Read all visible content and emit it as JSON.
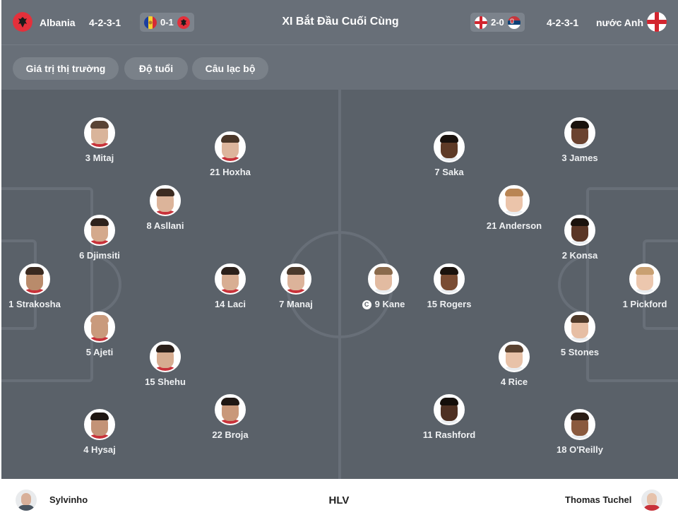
{
  "header": {
    "title": "XI Bắt Đầu Cuối Cùng",
    "home": {
      "name": "Albania",
      "formation": "4-2-3-1",
      "flag_icon": "albania-flag-icon",
      "last_result": "0-1"
    },
    "away": {
      "name": "nước Anh",
      "formation": "4-2-3-1",
      "flag_icon": "england-flag-icon",
      "last_result": "2-0"
    }
  },
  "filters": [
    "Giá trị thị trường",
    "Độ tuổi",
    "Câu lạc bộ"
  ],
  "home_players": [
    {
      "label": "1 Strakosha",
      "skin": "#b98b6b",
      "hair": "#3a2a20",
      "shirt": "#c8323a"
    },
    {
      "label": "3 Mitaj",
      "skin": "#d9b49a",
      "hair": "#5a4435",
      "shirt": "#c8323a"
    },
    {
      "label": "6 Djimsiti",
      "skin": "#d4a98c",
      "hair": "#2e221c",
      "shirt": "#c8323a"
    },
    {
      "label": "5 Ajeti",
      "skin": "#c99a7c",
      "hair": "#c99a7c",
      "shirt": "#c8323a"
    },
    {
      "label": "4 Hysaj",
      "skin": "#c39377",
      "hair": "#1e1612",
      "shirt": "#c8323a"
    },
    {
      "label": "8 Asllani",
      "skin": "#dcb49a",
      "hair": "#3d2c22",
      "shirt": "#c8323a"
    },
    {
      "label": "15 Shehu",
      "skin": "#d6ac90",
      "hair": "#2a1f19",
      "shirt": "#c8323a"
    },
    {
      "label": "21 Hoxha",
      "skin": "#ddb59c",
      "hair": "#4a3628",
      "shirt": "#c8323a"
    },
    {
      "label": "14 Laci",
      "skin": "#d8ae93",
      "hair": "#2b201a",
      "shirt": "#c8323a"
    },
    {
      "label": "22 Broja",
      "skin": "#c9987a",
      "hair": "#1f1713",
      "shirt": "#c8323a"
    },
    {
      "label": "7 Manaj",
      "skin": "#dcb39a",
      "hair": "#4b3a2c",
      "shirt": "#c8323a"
    }
  ],
  "away_players": [
    {
      "label": "9 Kane",
      "captain": true,
      "skin": "#e2bba1",
      "hair": "#8a6a4c",
      "shirt": "#e9ecef"
    },
    {
      "label": "7 Saka",
      "skin": "#5e3a26",
      "hair": "#1a120d",
      "shirt": "#e9ecef"
    },
    {
      "label": "21 Anderson",
      "skin": "#ebc4aa",
      "hair": "#b98554",
      "shirt": "#e9ecef"
    },
    {
      "label": "15 Rogers",
      "skin": "#7a4c33",
      "hair": "#1a120d",
      "shirt": "#e9ecef"
    },
    {
      "label": "4 Rice",
      "skin": "#e8c2a8",
      "hair": "#5a4230",
      "shirt": "#e9ecef"
    },
    {
      "label": "11 Rashford",
      "skin": "#4e3022",
      "hair": "#140e0a",
      "shirt": "#e9ecef"
    },
    {
      "label": "3 James",
      "skin": "#6b4330",
      "hair": "#1a120d",
      "shirt": "#e9ecef"
    },
    {
      "label": "2 Konsa",
      "skin": "#5a3626",
      "hair": "#1a120d",
      "shirt": "#e9ecef"
    },
    {
      "label": "5 Stones",
      "skin": "#e6bea4",
      "hair": "#4f3a2a",
      "shirt": "#e9ecef"
    },
    {
      "label": "18 O'Reilly",
      "skin": "#8a5a3e",
      "hair": "#2a1c14",
      "shirt": "#e9ecef"
    },
    {
      "label": "1 Pickford",
      "skin": "#ecc7ae",
      "hair": "#c9a072",
      "shirt": "#e9ecef"
    }
  ],
  "coaches": {
    "label": "HLV",
    "home": "Sylvinho",
    "away": "Thomas Tuchel"
  },
  "colors": {
    "header_bg": "#686f78",
    "pitch_bg": "#5a6169",
    "albania_red": "#e4303b",
    "england_red": "#d2252f"
  }
}
